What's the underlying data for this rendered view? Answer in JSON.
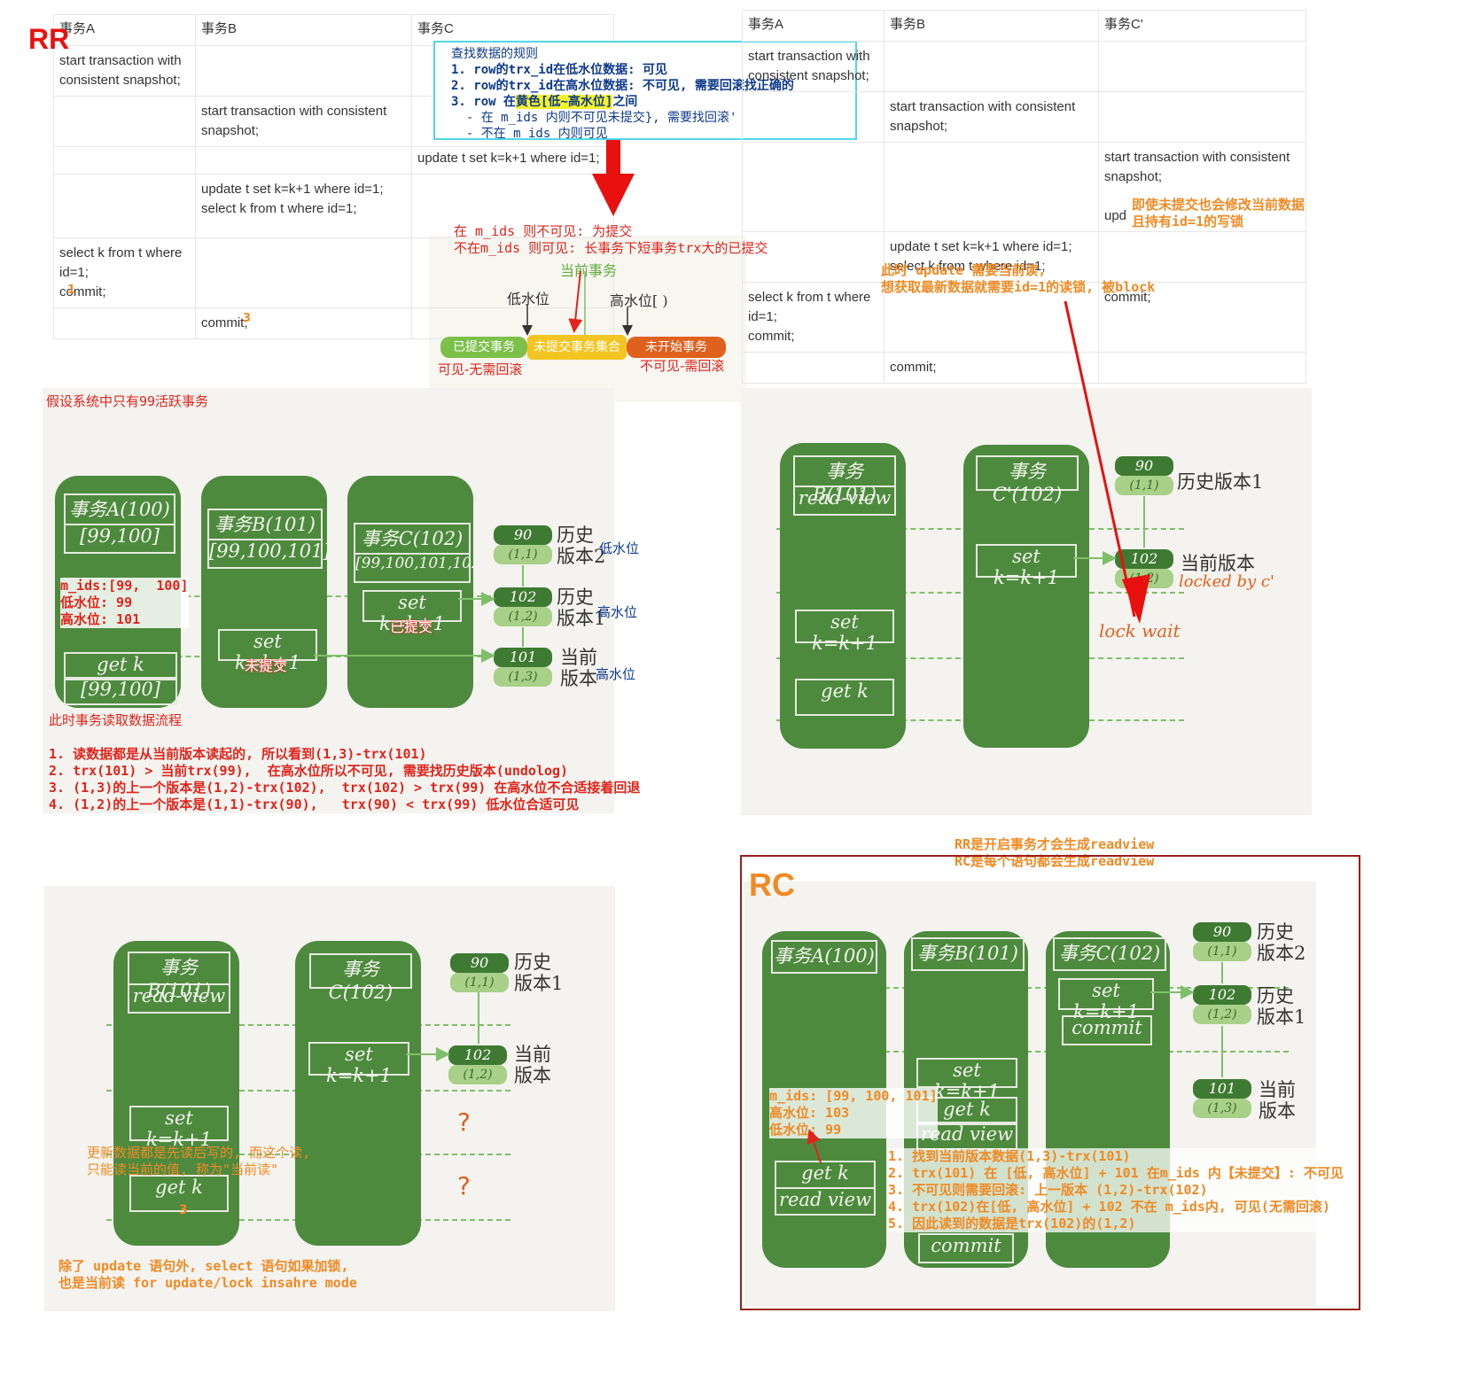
{
  "rr_table": {
    "headers": [
      "事务A",
      "事务B",
      "事务C"
    ],
    "rows": [
      [
        "start transaction with consistent snapshot;",
        "",
        ""
      ],
      [
        "",
        "start transaction with consistent snapshot;",
        ""
      ],
      [
        "",
        "",
        "update t set k=k+1 where id=1;"
      ],
      [
        "",
        "update t set k=k+1 where id=1;\nselect k from t where id=1;",
        ""
      ],
      [
        "select k from t where id=1;\ncommit;",
        "",
        ""
      ],
      [
        "",
        "commit;",
        ""
      ]
    ],
    "step1": "1",
    "step3": "3"
  },
  "rr_label": "RR",
  "rule_box": {
    "title": "查找数据的规则",
    "l1": "1. row的trx_id在低水位数据: 可见",
    "l2": "2. row的trx_id在高水位数据: 不可见, 需要回滚找正确的",
    "l3a": "3. row 在",
    "l3h": "黄色[低~高水位]",
    "l3b": "之间",
    "l4": "  - 在 m_ids 内则不可见未提交}, 需要找回滚'",
    "l5": "  - 不在 m_ids 内则可见"
  },
  "mids_note": {
    "l1": "在 m_ids 则不可见: 为提交",
    "l2": "不在m_ids 则可见: 长事务下短事务trx大的已提交"
  },
  "watermark": {
    "current": "当前事务",
    "low": "低水位",
    "high": "高水位[ )",
    "seg1": "已提交事务",
    "seg2": "未提交事务集合",
    "seg3": "未开始事务",
    "left_note": "可见-无需回滚",
    "right_note": "不可见-需回滚"
  },
  "rc_table": {
    "headers": [
      "事务A",
      "事务B",
      "事务C'"
    ],
    "rows": [
      [
        "start transaction with consistent snapshot;",
        "",
        ""
      ],
      [
        "",
        "start transaction with consistent snapshot;",
        ""
      ],
      [
        "",
        "",
        "start transaction with consistent snapshot;\n\nupd"
      ],
      [
        "",
        "update t set k=k+1 where id=1;\nselect k from t where id=1;",
        ""
      ],
      [
        "select k from t where id=1;\ncommit;",
        "",
        "commit;"
      ],
      [
        "",
        "commit;",
        ""
      ]
    ]
  },
  "notes": {
    "uncommitted_modify": "即使未提交也会修改当前数据\n且持有id=1的写锁",
    "update_current_read": "此时 update 需要当前读,\n想获取最新数据就需要id=1的读锁, 被block",
    "assume99": "假设系统中只有99活跃事务",
    "flow_title": "此时事务读取数据流程",
    "flow": "1. 读数据都是从当前版本读起的, 所以看到(1,3)-trx(101)\n2. trx(101) > 当前trx(99),  在高水位所以不可见, 需要找历史版本(undolog)\n3. (1,3)的上一个版本是(1,2)-trx(102),  trx(102) > trx(99) 在高水位不合适接着回退\n4. (1,2)的上一个版本是(1,1)-trx(90),   trx(90) < trx(99) 低水位合适可见",
    "mids_a": "m_ids:[99,  100]\n低水位: 99\n高水位: 101",
    "rr_rc": "RR是开启事务才会生成readview\nRC是每个语句都会生成readview",
    "update_read": "更新数据都是先读后写的, 而这个读,\n只能读当前的值, 称为\"当前读\"",
    "select_lock": "除了 update 语句外, select 语句如果加锁,\n也是当前读 for update/lock insahre mode",
    "rc_mids": "m_ids: [99, 100, 101]\n高水位: 103\n低水位: 99",
    "rc_flow": "1. 找到当前版本数据(1,3)-trx(101)\n2. trx(101) 在 [低, 高水位] + 101 在m_ids 内【未提交】: 不可见\n3. 不可见则需要回滚: 上一版本 (1,2)-trx(102)\n4. trx(102)在[低, 高水位] + 102 不在 m_ids内, 可见(无需回滚)\n5. 因此读到的数据是trx(102)的(1,2)"
  },
  "panel1": {
    "a_title": "事务A(100)",
    "a_range": "[99,100]",
    "a_get": "get k",
    "a_get_range": "[99,100]",
    "b_title": "事务B(101)",
    "b_range": "[99,100,101]",
    "b_set": "set k=k+1",
    "b_note": "未提交",
    "c_title": "事务C(102)",
    "c_range": "[99,100,101,102]",
    "c_set": "set k=k+1",
    "c_note": "已提交",
    "v1_top": "90",
    "v1_bot": "(1,1)",
    "v1_label": "历史\n版本2",
    "v1_side": "低水位",
    "v2_top": "102",
    "v2_bot": "(1,2)",
    "v2_label": "历史\n版本1",
    "v2_side": "高水位",
    "v3_top": "101",
    "v3_bot": "(1,3)",
    "v3_label": "当前\n版本",
    "v3_side": "高水位"
  },
  "panel2": {
    "b_title": "事务B(101)",
    "b_rv": "read-view",
    "b_set": "set k=k+1",
    "b_get": "get k",
    "c_title": "事务C'(102)",
    "c_set": "set k=k+1",
    "v1_top": "90",
    "v1_bot": "(1,1)",
    "v1_label": "历史版本1",
    "v2_top": "102",
    "v2_bot": "(1,2)",
    "v2_label": "当前版本",
    "v2_locked": "locked by c'",
    "lock_wait": "lock wait"
  },
  "panel3": {
    "b_title": "事务B(101)",
    "b_rv": "read-view",
    "b_set": "set k=k+1",
    "b_get": "get k",
    "b_step": "3",
    "c_title": "事务C(102)",
    "c_set": "set k=k+1",
    "v1_top": "90",
    "v1_bot": "(1,1)",
    "v1_label": "历史\n版本1",
    "v2_top": "102",
    "v2_bot": "(1,2)",
    "v2_label": "当前\n版本",
    "q": "?"
  },
  "panel4": {
    "rc": "RC",
    "a_title": "事务A(100)",
    "a_get": "get k",
    "a_rv": "read view",
    "b_title": "事务B(101)",
    "b_set": "set k=k+1",
    "b_get": "get k",
    "b_rv": "read view",
    "b_commit": "commit",
    "c_title": "事务C(102)",
    "c_set": "set k=k+1",
    "c_commit": "commit",
    "v1_top": "90",
    "v1_bot": "(1,1)",
    "v1_label": "历史\n版本2",
    "v2_top": "102",
    "v2_bot": "(1,2)",
    "v2_label": "历史\n版本1",
    "v3_top": "101",
    "v3_bot": "(1,3)",
    "v3_label": "当前\n版本"
  },
  "colors": {
    "green": "#4d8a3e",
    "red": "#e0241c",
    "orange": "#f08a24",
    "panel": "#f4f3ef",
    "cyan": "#4fd8e8"
  }
}
